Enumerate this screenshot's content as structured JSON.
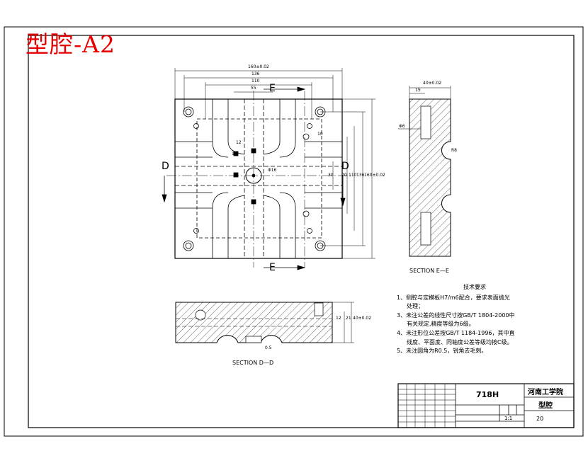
{
  "sheet": {
    "title": "型腔-A2"
  },
  "top_view": {
    "cut_letters": [
      "E",
      "E",
      "D",
      "D"
    ],
    "dims_top": [
      "160±0.02",
      "136",
      "110",
      "55",
      "12"
    ],
    "dims_right": [
      "10",
      "30",
      "70",
      "110",
      "136",
      "160±0.02"
    ],
    "dim_center_bore": "Φ16",
    "dim_small": "1.5"
  },
  "section_e": {
    "label": "SECTION E—E",
    "dims": [
      "40±0.02",
      "15",
      "Φ6",
      "R8"
    ]
  },
  "section_d": {
    "label": "SECTION D—D",
    "dims": [
      "12",
      "21",
      "40±0.02",
      "0.5"
    ]
  },
  "tech_notes": {
    "heading": "技术要求",
    "items": [
      "1、侧腔与定模板H7/m6配合，要求表面抛光",
      "处理；",
      "3、未注公差的线性尺寸按GB/T 1804-2000中",
      "有关规定,精度等级为6级。",
      "4、未注形位公差按GB/T 1184-1996，其中直",
      "线度、平面度、同轴度公差等级均按C级。",
      "5、未注圆角为R0.5，锐角去毛刺。"
    ]
  },
  "title_block": {
    "material": "718H",
    "school": "河南工学院",
    "part_name": "型腔",
    "drawing_no": "20",
    "scale": "1:1"
  }
}
